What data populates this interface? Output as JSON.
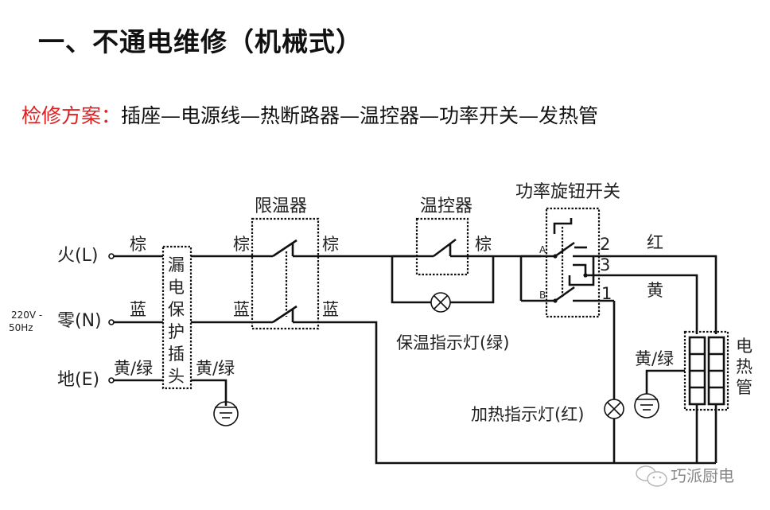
{
  "header": {
    "title": "一、不通电维修（机械式）"
  },
  "plan": {
    "label": "检修方案：",
    "steps": "插座—电源线—热断路器—温控器—功率开关—发热管"
  },
  "diagram": {
    "source": {
      "voltage_line1": "220V -",
      "voltage_line2": "50Hz",
      "live": "火(L)",
      "neutral": "零(N)",
      "earth": "地(E)"
    },
    "wire_colors": {
      "brown": "棕",
      "blue": "蓝",
      "yellow_green": "黄/绿",
      "red": "红",
      "yellow": "黄"
    },
    "components": {
      "leakage_plug": [
        "漏",
        "电",
        "保",
        "护",
        "插",
        "头"
      ],
      "limiter": "限温器",
      "thermostat": "温控器",
      "power_switch": "功率旋钮开关",
      "heater": [
        "电",
        "热",
        "管"
      ],
      "keep_warm_lamp": "保温指示灯(绿)",
      "heating_lamp": "加热指示灯(红)"
    },
    "switch_terminals": {
      "a": "A",
      "b": "B",
      "t1": "1",
      "t2": "2",
      "t3": "3"
    }
  },
  "watermark": {
    "text": "巧派厨电",
    "icon": "wechat-icon"
  }
}
